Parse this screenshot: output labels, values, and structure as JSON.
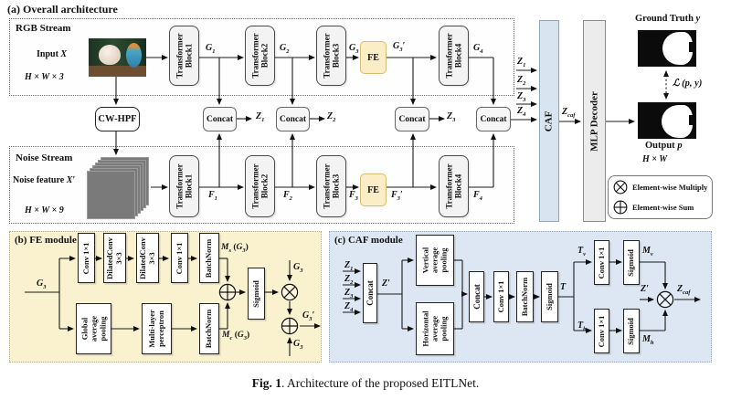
{
  "panel_a": {
    "title": "(a) Overall architecture",
    "rgb": {
      "stream_label": "RGB Stream",
      "input_label": {
        "pre": "Input ",
        "b": "X"
      },
      "dims": "H × W × 3",
      "blocks": [
        "Transformer\nBlock1",
        "Transformer\nBlock2",
        "Transformer\nBlock3",
        "Transformer\nBlock4"
      ],
      "fe_label": "FE",
      "g": [
        {
          "b": "G",
          "s": "1"
        },
        {
          "b": "G",
          "s": "2"
        },
        {
          "b": "G",
          "s": "3"
        },
        {
          "b": "G",
          "s": "3",
          "p": "′"
        },
        {
          "b": "G",
          "s": "4"
        }
      ]
    },
    "noise": {
      "stream_label": "Noise Stream",
      "input_label": {
        "pre": "Noise feature ",
        "b": "X",
        "p": "′"
      },
      "dims": "H × W × 9",
      "blocks": [
        "Transformer\nBlock1",
        "Transformer\nBlock2",
        "Transformer\nBlock3",
        "Transformer\nBlock4"
      ],
      "fe_label": "FE",
      "f": [
        {
          "b": "F",
          "s": "1"
        },
        {
          "b": "F",
          "s": "2"
        },
        {
          "b": "F",
          "s": "3"
        },
        {
          "b": "F",
          "s": "3",
          "p": "′"
        },
        {
          "b": "F",
          "s": "4"
        }
      ]
    },
    "cw_hpf": "CW-HPF",
    "concat_label": "Concat",
    "z": [
      {
        "b": "Z",
        "s": "1"
      },
      {
        "b": "Z",
        "s": "2"
      },
      {
        "b": "Z",
        "s": "3"
      },
      {
        "b": "Z",
        "s": "4"
      }
    ],
    "caf_bar": "CAF",
    "z_caf": {
      "b": "Z",
      "s": "caf"
    },
    "mlp_bar": "MLP Decoder",
    "ground_truth_label": {
      "pre": "Ground Truth ",
      "b": "y"
    },
    "loss_label": "ℒ (p, y)",
    "output_label": {
      "pre": "Output  ",
      "b": "p"
    },
    "output_dims": "H × W",
    "legend": {
      "multiply": "Element-wise Multiply",
      "sum": "Element-wise Sum"
    }
  },
  "panel_b": {
    "title": "(b) FE module",
    "g3_in": {
      "b": "G",
      "s": "3"
    },
    "top_boxes": [
      "Conv 1×1",
      "DilatedConv\n3×3",
      "DilatedConv\n3×3",
      "Conv 1×1",
      "BatchNorm"
    ],
    "bottom_boxes": [
      "Global\naverage\npooling",
      "Multi-layer\nperceptron",
      "BatchNorm"
    ],
    "sigmoid": "Sigmoid",
    "ms": {
      "b1": "M",
      "s1": "s",
      "mid": " (",
      "b2": "G",
      "s2": "3",
      "end": ")"
    },
    "mc": {
      "b1": "M",
      "s1": "c",
      "mid": " (",
      "b2": "G",
      "s2": "3",
      "end": ")"
    },
    "g3_top": {
      "b": "G",
      "s": "3"
    },
    "g3_bottom": {
      "b": "G",
      "s": "3"
    },
    "g3_out": {
      "b": "G",
      "s": "3",
      "p": "′"
    }
  },
  "panel_c": {
    "title": "(c) CAF module",
    "z": [
      {
        "b": "Z",
        "s": "1"
      },
      {
        "b": "Z",
        "s": "2"
      },
      {
        "b": "Z",
        "s": "3"
      },
      {
        "b": "Z",
        "s": "4"
      }
    ],
    "concat_label": "Concat",
    "z_prime": {
      "b": "Z",
      "p": "′"
    },
    "vap": "Vertical\naverage\npooling",
    "hap": "Horizontal\naverage\npooling",
    "conv": "Conv 1×1",
    "bn": "BatchNorm",
    "sigmoid": "Sigmoid",
    "t": {
      "b": "T"
    },
    "tv": {
      "b": "T",
      "s": "v"
    },
    "th": {
      "b": "T",
      "s": "h"
    },
    "mv": {
      "b": "M",
      "s": "v"
    },
    "mh": {
      "b": "M",
      "s": "h"
    },
    "z_caf": {
      "b": "Z",
      "s": "caf"
    }
  },
  "caption": {
    "bold": "Fig. 1",
    "rest": ". Architecture of the proposed EITLNet."
  },
  "colors": {
    "fe_fill": "#fbeec6",
    "caf_fill": "#d9e4f1",
    "mlp_fill": "#ececec",
    "panel_b_fill": "#faf1cf",
    "panel_c_fill": "#dce7f3",
    "block_fill": "#f3f3f3"
  }
}
